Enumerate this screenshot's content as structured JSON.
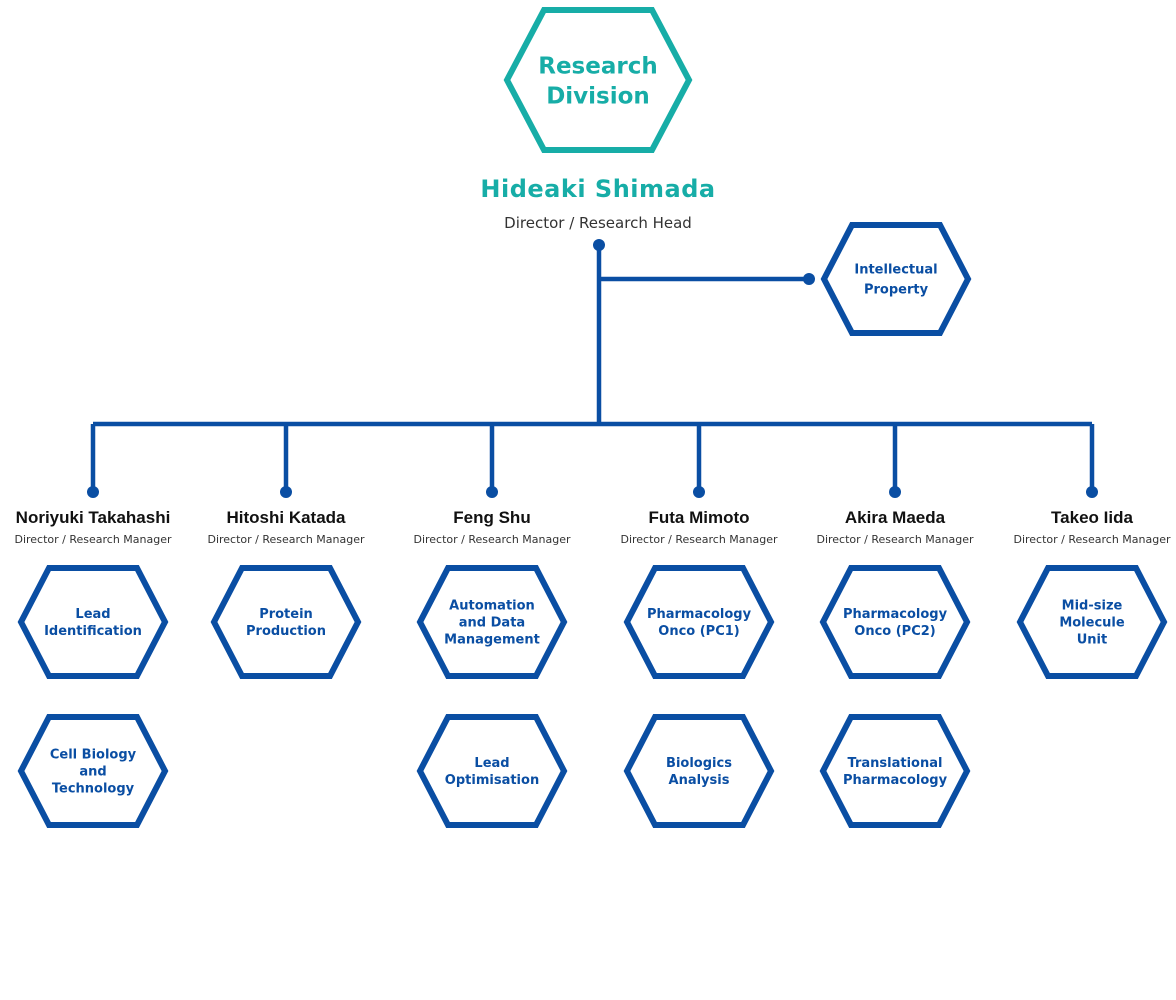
{
  "colors": {
    "teal": "#17ada7",
    "blue": "#0a4ea3",
    "text_dark": "#111111",
    "text_mid": "#333333"
  },
  "root": {
    "unit_lines": [
      "Research",
      "Division"
    ],
    "head_name": "Hideaki Shimada",
    "head_title": "Director / Research Head"
  },
  "side_unit": {
    "lines": [
      "Intellectual",
      "Property"
    ]
  },
  "managers": [
    {
      "name": "Noriyuki Takahashi",
      "title": "Director / Research Manager",
      "units": [
        {
          "lines": [
            "Lead",
            "Identification"
          ]
        },
        {
          "lines": [
            "Cell Biology",
            "and",
            "Technology"
          ]
        }
      ]
    },
    {
      "name": "Hitoshi Katada",
      "title": "Director / Research Manager",
      "units": [
        {
          "lines": [
            "Protein",
            "Production"
          ]
        }
      ]
    },
    {
      "name": "Feng Shu",
      "title": "Director / Research Manager",
      "units": [
        {
          "lines": [
            "Automation",
            "and Data",
            "Management"
          ]
        },
        {
          "lines": [
            "Lead",
            "Optimisation"
          ]
        }
      ]
    },
    {
      "name": "Futa Mimoto",
      "title": "Director / Research Manager",
      "units": [
        {
          "lines": [
            "Pharmacology",
            "Onco (PC1)"
          ]
        },
        {
          "lines": [
            "Biologics",
            "Analysis"
          ]
        }
      ]
    },
    {
      "name": "Akira Maeda",
      "title": "Director / Research Manager",
      "units": [
        {
          "lines": [
            "Pharmacology",
            "Onco (PC2)"
          ]
        },
        {
          "lines": [
            "Translational",
            "Pharmacology"
          ]
        }
      ]
    },
    {
      "name": "Takeo Iida",
      "title": "Director / Research Manager",
      "units": [
        {
          "lines": [
            "Mid-size",
            "Molecule",
            "Unit"
          ]
        }
      ]
    }
  ]
}
